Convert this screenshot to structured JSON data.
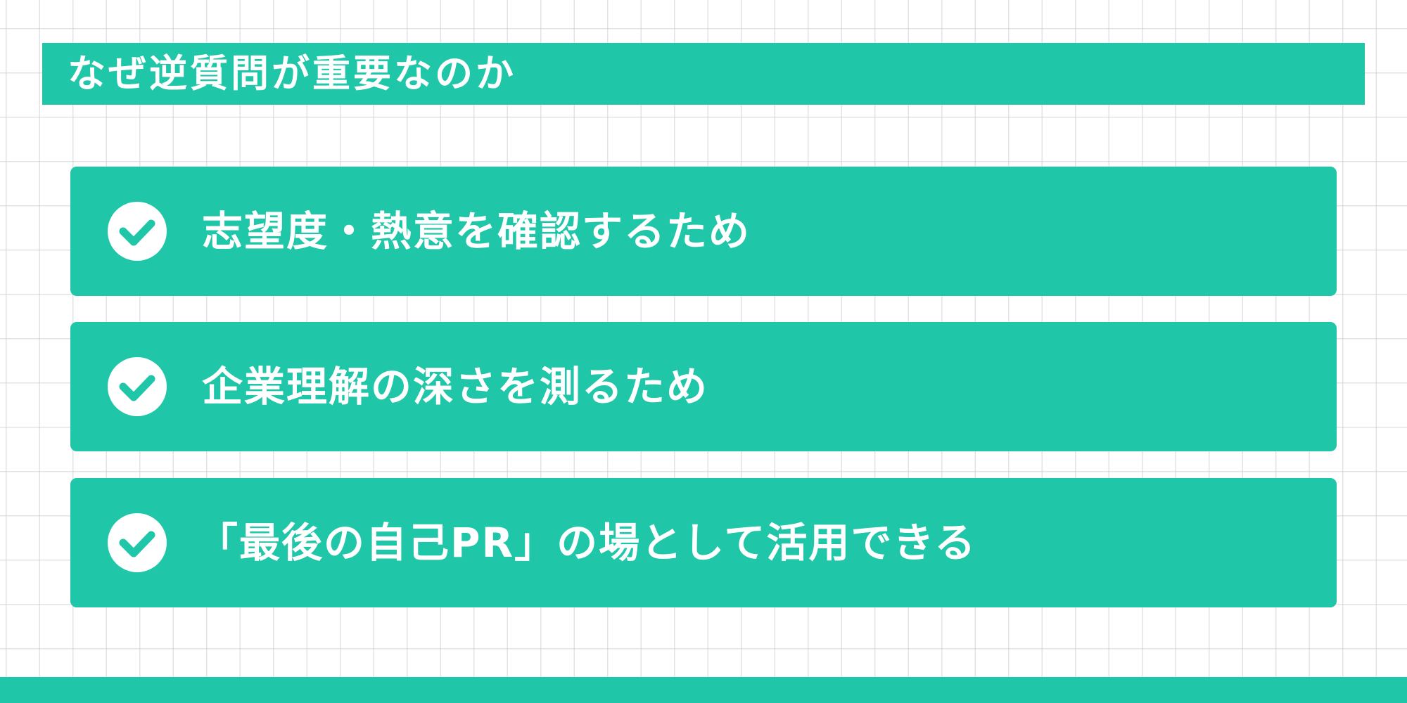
{
  "colors": {
    "accent": "#1FC6A8",
    "text_on_accent": "#FFFFFF",
    "background": "#FFFFFF",
    "grid_line": "#C8CCCE"
  },
  "header": {
    "title": "なぜ逆質問が重要なのか"
  },
  "reasons": [
    {
      "icon": "check-circle-icon",
      "label": "志望度・熱意を確認するため"
    },
    {
      "icon": "check-circle-icon",
      "label": "企業理解の深さを測るため"
    },
    {
      "icon": "check-circle-icon",
      "label": "「最後の自己PR」の場として活用できる"
    }
  ]
}
